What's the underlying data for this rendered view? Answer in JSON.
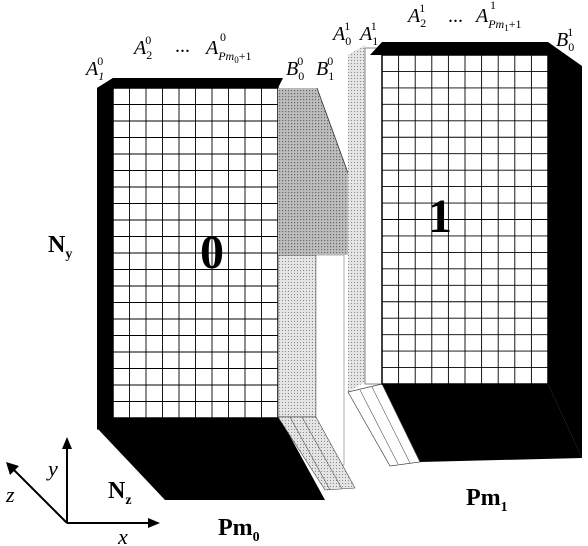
{
  "block0": {
    "label": "0",
    "top_labels": [
      "A",
      "A",
      "...",
      "A",
      "B",
      "B"
    ],
    "bottom_label": "Pm",
    "bottom_sub": "0"
  },
  "block1": {
    "label": "1",
    "bottom_label": "Pm",
    "bottom_sub": "1"
  },
  "labels": {
    "a1_0_base": "A",
    "a1_0_sub": "1",
    "a1_0_sup": "0",
    "a2_0_base": "A",
    "a2_0_sub": "2",
    "a2_0_sup": "0",
    "dots0": "...",
    "apm0_base": "A",
    "apm0_sub": "Pm",
    "apm0_subsub": "0",
    "apm0_plus": "+1",
    "apm0_sup": "0",
    "b0_0_base": "B",
    "b0_0_sub": "0",
    "b0_0_sup": "0",
    "b1_0_base": "B",
    "b1_0_sub": "1",
    "b1_0_sup": "0",
    "a0_1_base": "A",
    "a0_1_sub": "0",
    "a0_1_sup": "1",
    "a1_1_base": "A",
    "a1_1_sub": "1",
    "a1_1_sup": "1",
    "a2_1_base": "A",
    "a2_1_sub": "2",
    "a2_1_sup": "1",
    "dots1": "...",
    "apm1_base": "A",
    "apm1_sub": "Pm",
    "apm1_subsub": "1",
    "apm1_plus": "+1",
    "apm1_sup": "1",
    "b0_1_base": "B",
    "b0_1_sub": "0",
    "b0_1_sup": "1",
    "ny_base": "N",
    "ny_sub": "y",
    "nz_base": "N",
    "nz_sub": "z"
  },
  "axes": {
    "x": "x",
    "y": "y",
    "z": "z"
  }
}
